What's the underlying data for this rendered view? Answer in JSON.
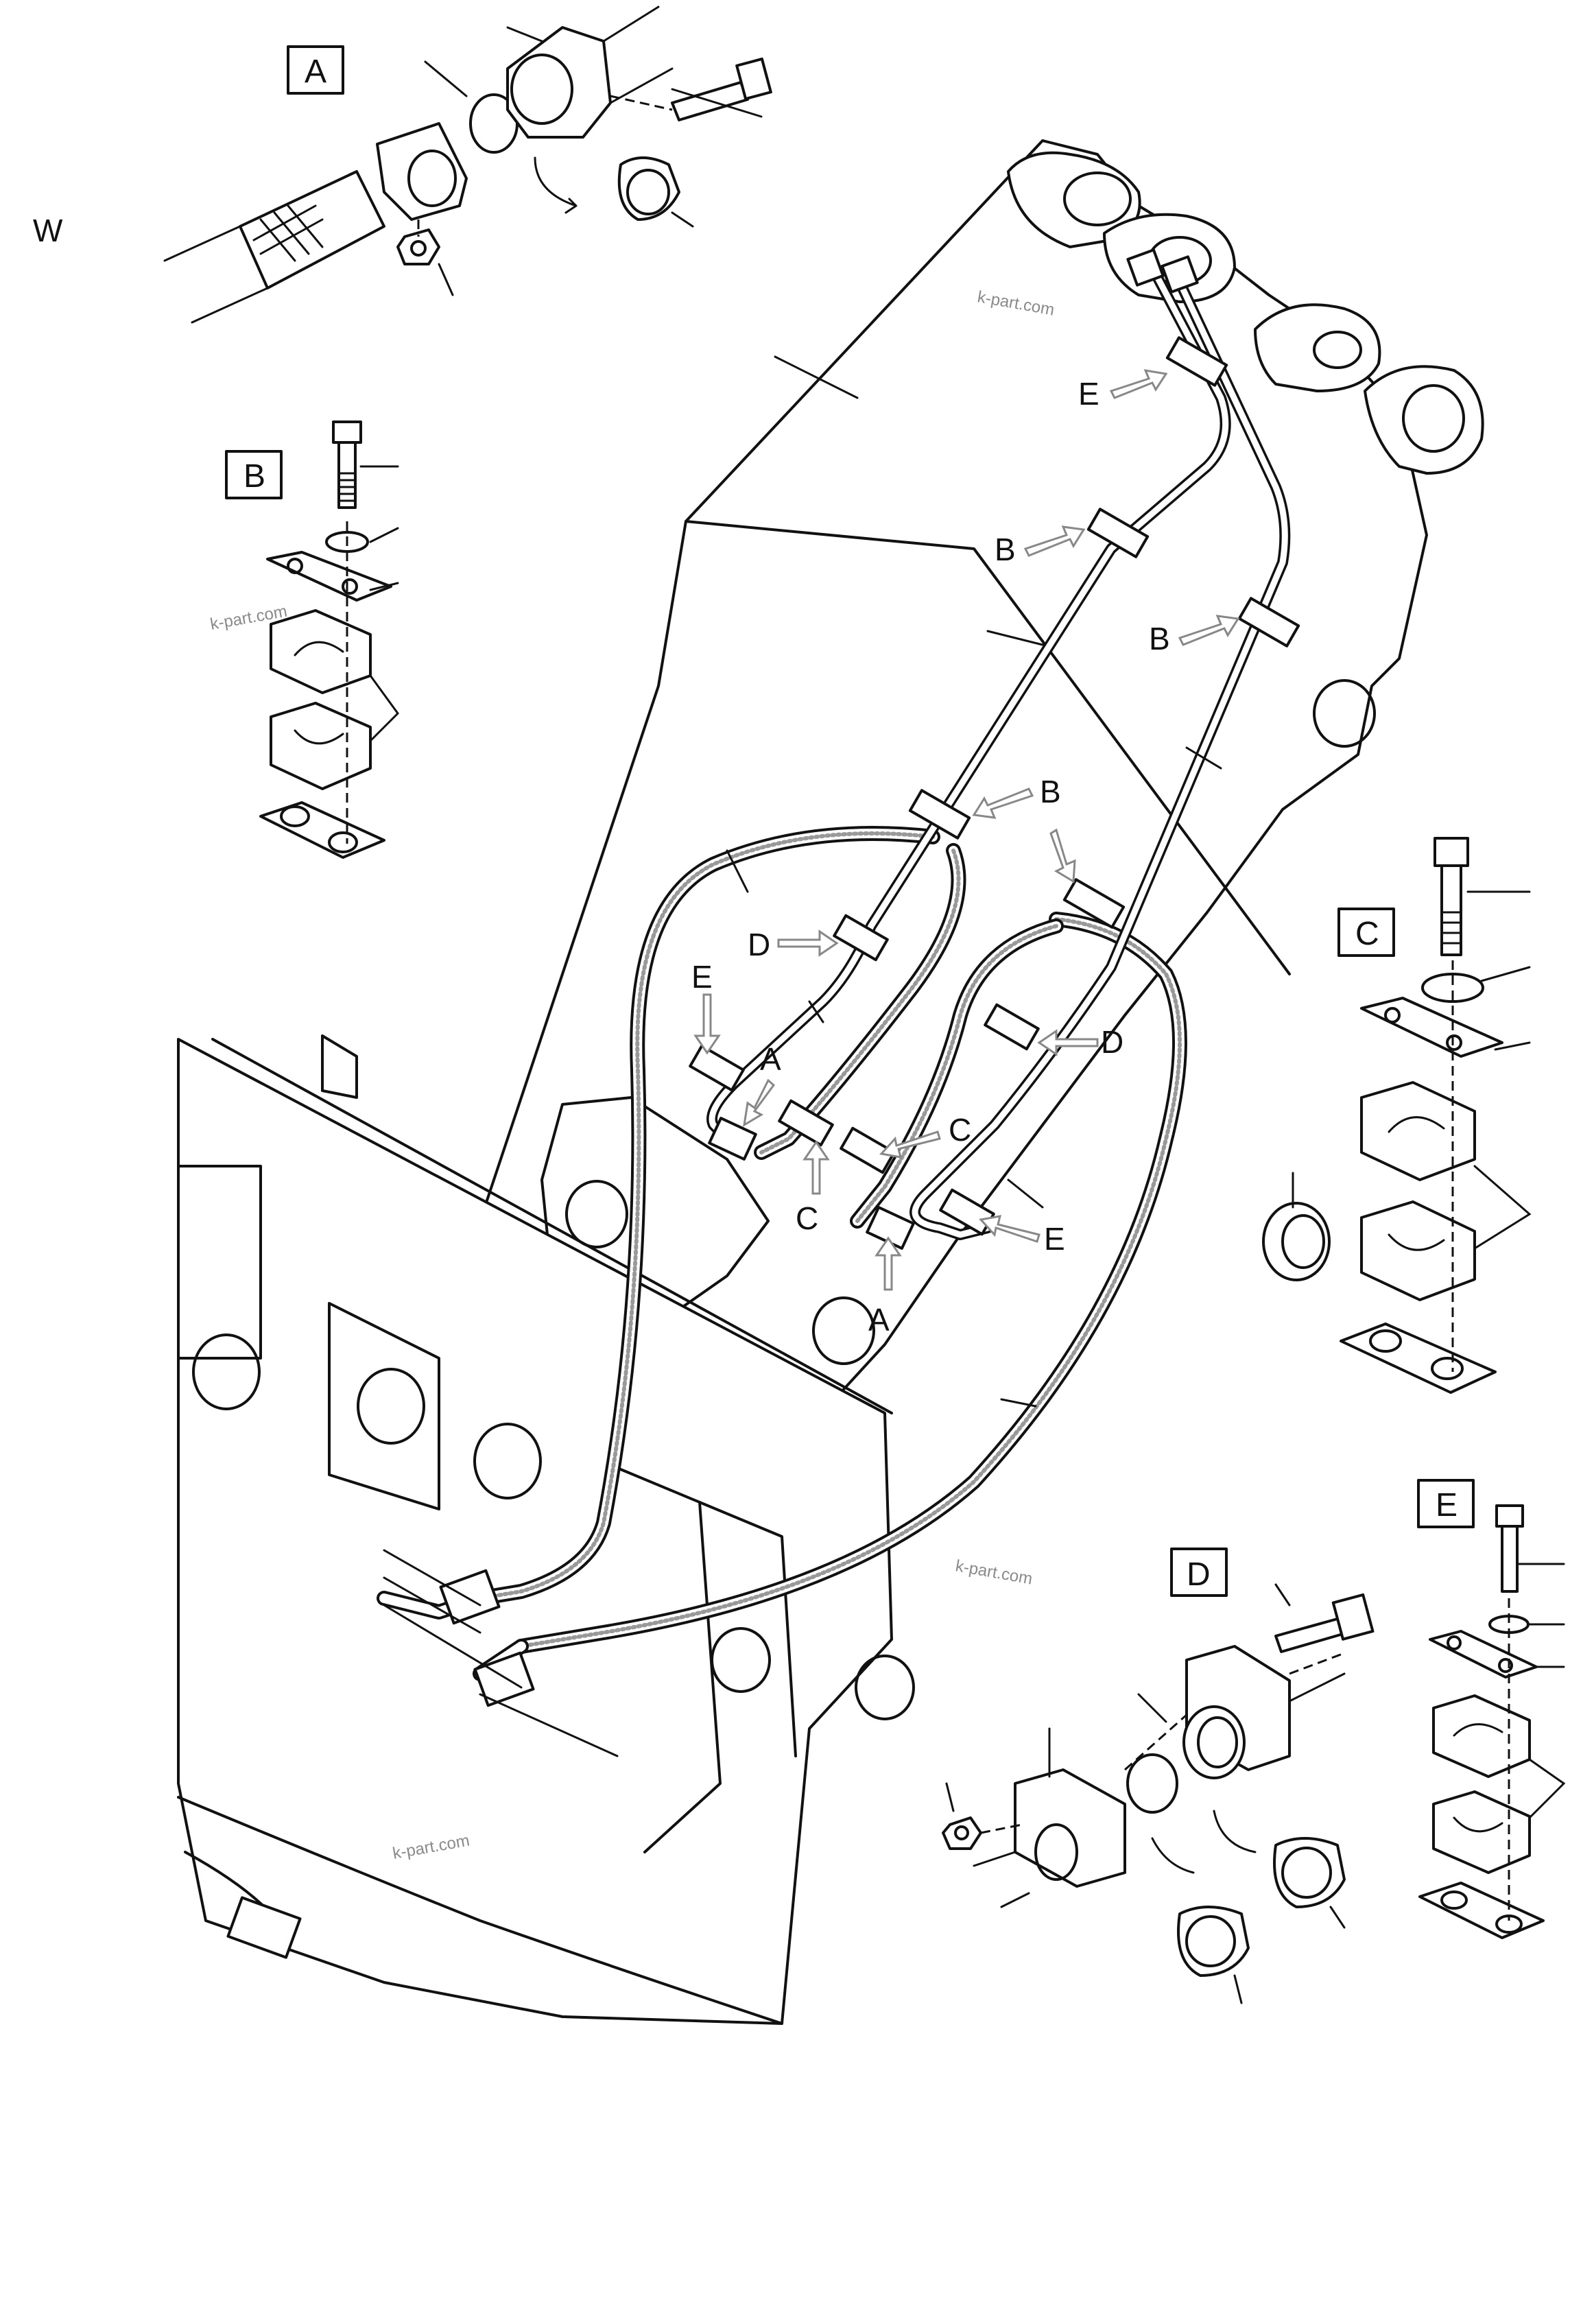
{
  "page_marker": "W",
  "detail_boxes": {
    "A": "A",
    "B": "B",
    "C": "C",
    "D": "D",
    "E": "E"
  },
  "callouts": {
    "e_top": "E",
    "b_upper_left": "B",
    "b_upper_right": "B",
    "b_mid": "B",
    "d_left": "D",
    "d_right": "D",
    "e_left": "E",
    "e_right": "E",
    "a_left": "A",
    "a_right": "A",
    "c_left": "C",
    "c_right": "C"
  },
  "watermarks": [
    "k-part.com",
    "k-part.com",
    "k-part.com",
    "k-part.com"
  ]
}
